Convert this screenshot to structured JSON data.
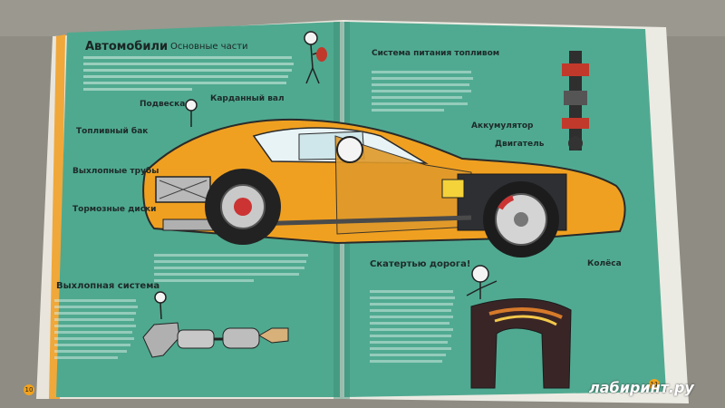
{
  "page_left": {
    "title": "Автомобили",
    "subtitle": "Основные части",
    "labels": {
      "suspension": "Подвеска",
      "driveshaft": "Карданный вал",
      "fuel_tank": "Топливный бак",
      "exhaust_pipes": "Выхлопные трубы",
      "brake_discs": "Тормозные диски",
      "exhaust_system": "Выхлопная система"
    },
    "page_number": "10"
  },
  "page_right": {
    "labels": {
      "fuel_system": "Система питания топливом",
      "battery": "Аккумулятор",
      "engine": "Двигатель",
      "wheels": "Колёса",
      "tire_callout": "Скатертью дорога!"
    },
    "page_number": "11"
  },
  "watermark": "лабиринт.ру",
  "colors": {
    "page_teal": "#4fa98f",
    "car_orange": "#f0a020",
    "table_gray": "#8c8a80"
  }
}
